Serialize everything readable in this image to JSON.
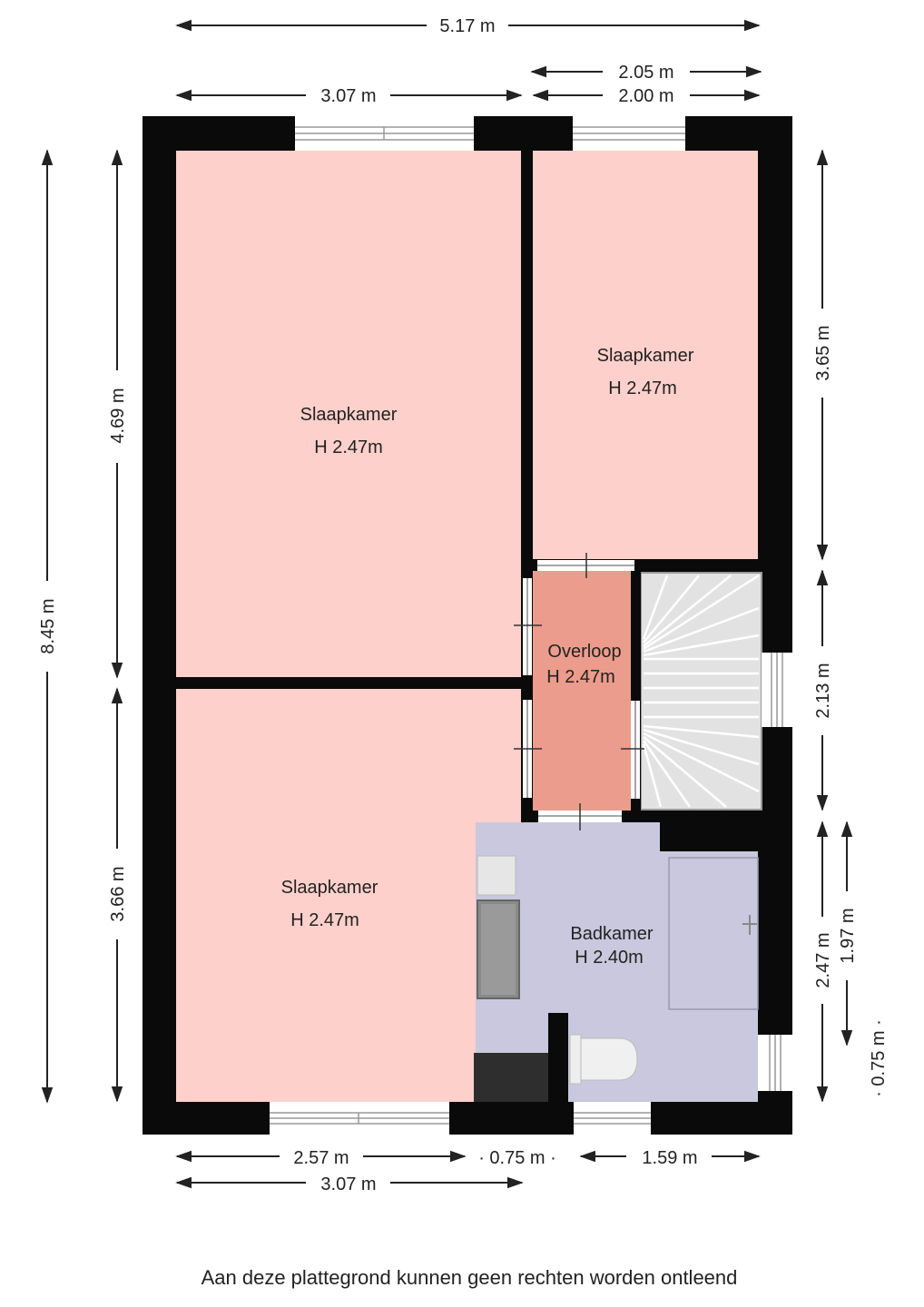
{
  "colors": {
    "bedroom": "#fdd0cb",
    "landing": "#ec9c8c",
    "bathroom": "#c9c8de",
    "wall": "#0a0a0a",
    "stairs": "#e4e4e4"
  },
  "rooms": {
    "bedroom_top_left": {
      "name": "Slaapkamer",
      "height": "H 2.47m"
    },
    "bedroom_top_right": {
      "name": "Slaapkamer",
      "height": "H 2.47m"
    },
    "bedroom_bottom_left": {
      "name": "Slaapkamer",
      "height": "H 2.47m"
    },
    "landing": {
      "name": "Overloop",
      "height": "H 2.47m"
    },
    "bathroom": {
      "name": "Badkamer",
      "height": "H 2.40m"
    }
  },
  "dimensions": {
    "top_total": "5.17 m",
    "top_right_outer": "2.05 m",
    "top_right_inner": "2.00 m",
    "top_left": "3.07 m",
    "left_total": "8.45 m",
    "left_upper": "4.69 m",
    "left_lower": "3.66 m",
    "right_upper": "3.65 m",
    "right_middle": "2.13 m",
    "right_lower": "2.47 m",
    "right_lower_inner": "1.97 m",
    "right_bottom": "· 0.75 m ·",
    "bottom_left": "2.57 m",
    "bottom_middle": "· 0.75 m ·",
    "bottom_right": "1.59 m",
    "bottom_total_left": "3.07 m"
  },
  "disclaimer": "Aan deze plattegrond kunnen geen rechten worden ontleend"
}
